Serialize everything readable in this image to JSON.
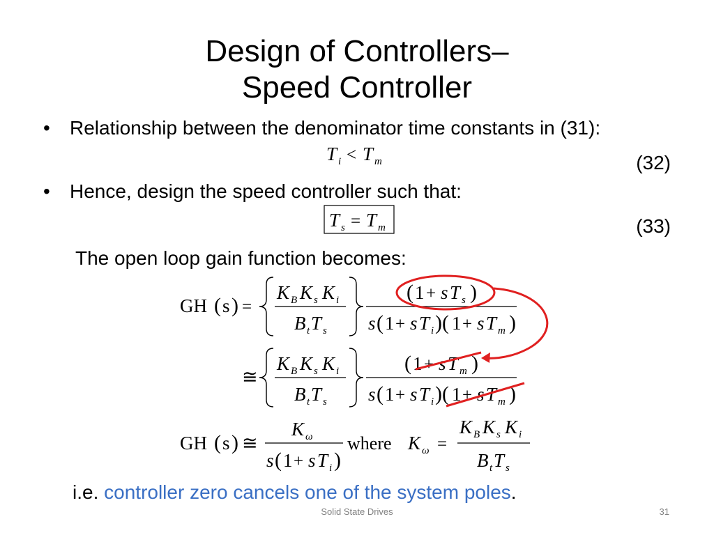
{
  "title": {
    "line1": "Design of Controllers–",
    "line2": "Speed Controller"
  },
  "bullets": [
    {
      "text": "Relationship between the denominator time constants in (31):"
    },
    {
      "text": "Hence, design the speed controller such that:"
    }
  ],
  "bullet_glyph": "•",
  "equations": {
    "eq32_number": "(32)",
    "eq33_number": "(33)",
    "gh": "GH",
    "s_arg": "s",
    "where": "where"
  },
  "open_loop_text": "The open loop gain function becomes:",
  "conclusion": {
    "prefix": "i.e.",
    "highlight": "controller zero cancels one of the system poles",
    "suffix": "."
  },
  "footer": {
    "center": "Solid State Drives",
    "page": "31"
  },
  "colors": {
    "annotation_red": "#e02020",
    "highlight_blue": "#3a6fc4"
  }
}
